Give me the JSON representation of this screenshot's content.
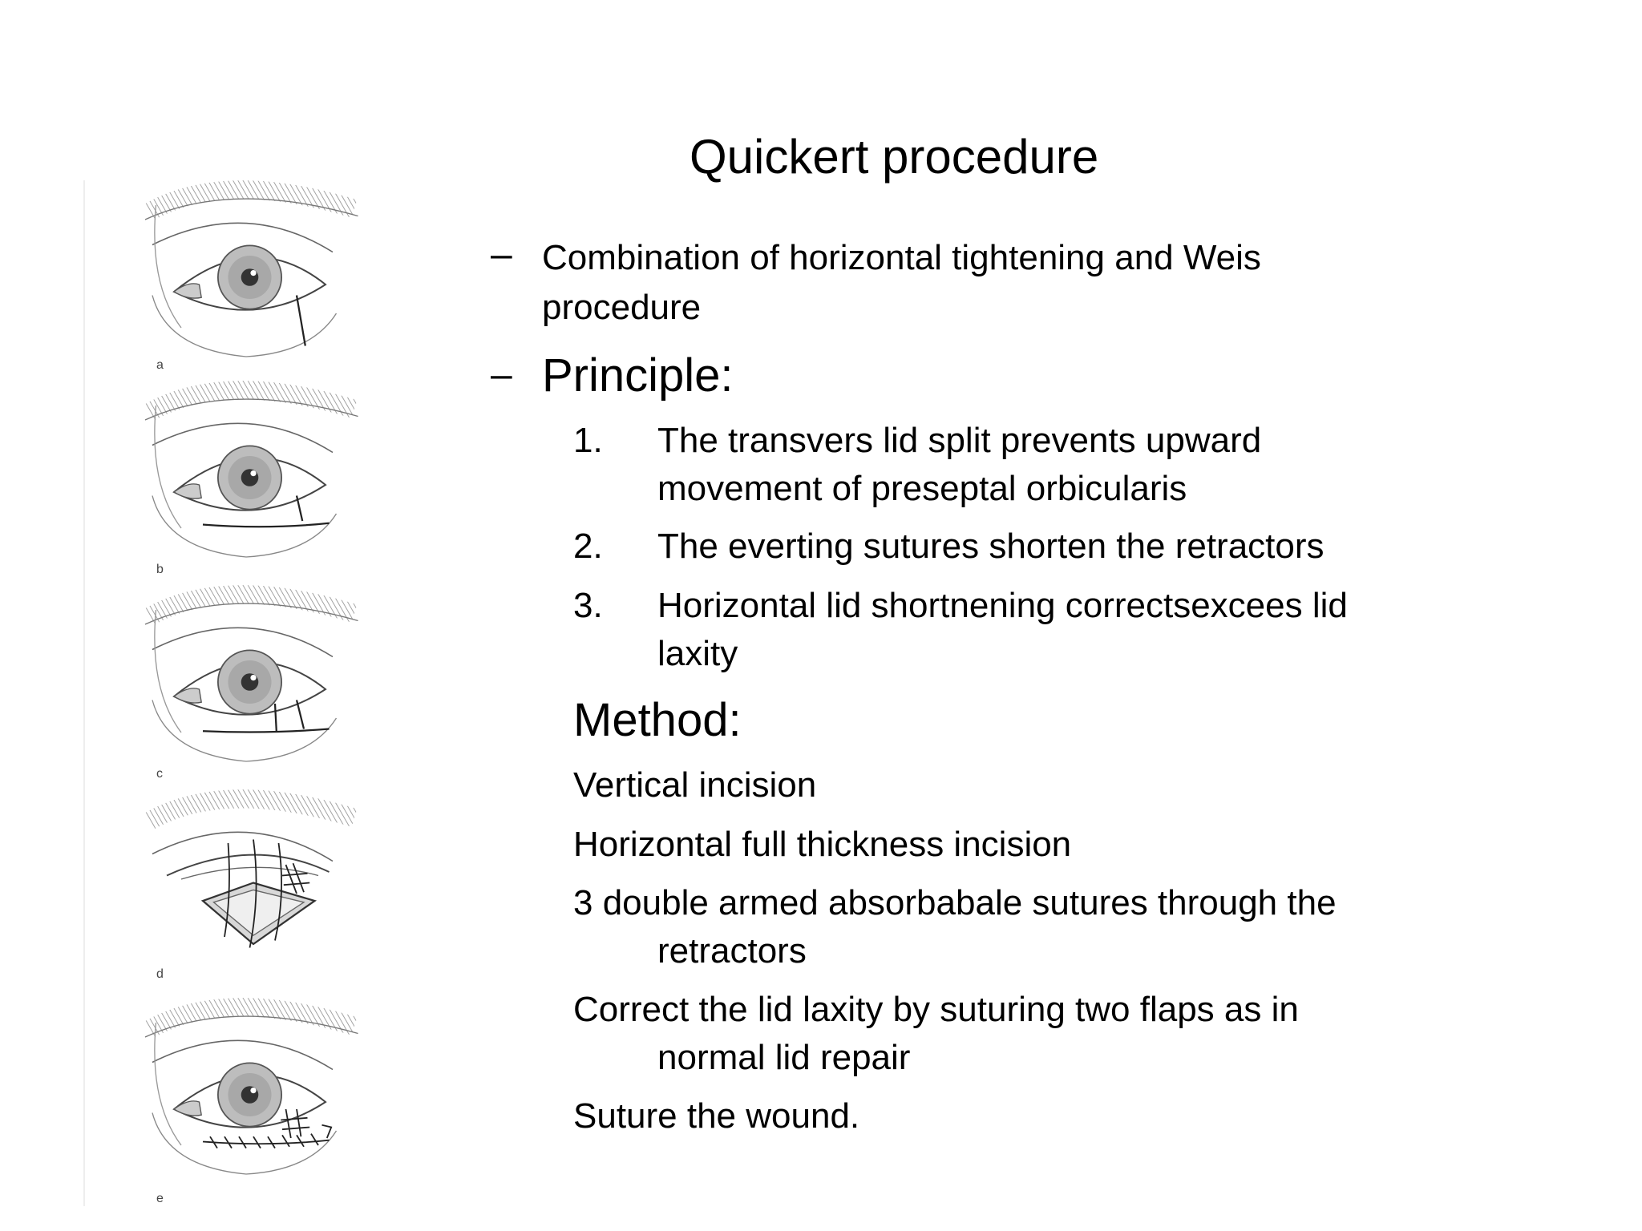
{
  "slide": {
    "title": "Quickert procedure",
    "bullets": [
      {
        "dash": "–",
        "lines": [
          "Combination of horizontal tightening and Weis",
          "procedure"
        ]
      },
      {
        "dash": "–",
        "text": "Principle:"
      }
    ],
    "principles": [
      {
        "num": "1.",
        "lines": [
          "The transvers lid split prevents upward",
          "movement of preseptal orbicularis"
        ]
      },
      {
        "num": "2.",
        "lines": [
          "The everting sutures shorten the retractors"
        ]
      },
      {
        "num": "3.",
        "lines": [
          "Horizontal lid shortnening correctsexcees lid",
          "laxity"
        ]
      }
    ],
    "method_heading": "Method:",
    "method_steps": [
      {
        "lines": [
          "Vertical incision"
        ]
      },
      {
        "lines": [
          "Horizontal full thickness incision"
        ]
      },
      {
        "lines": [
          "3 double armed absorbabale sutures through the",
          "retractors"
        ]
      },
      {
        "lines": [
          "Correct the lid laxity by suturing two flaps as in",
          "normal lid repair"
        ]
      },
      {
        "lines": [
          "Suture the wound."
        ]
      }
    ]
  },
  "figure": {
    "panel_labels": [
      "a",
      "b",
      "c",
      "d",
      "e"
    ]
  }
}
